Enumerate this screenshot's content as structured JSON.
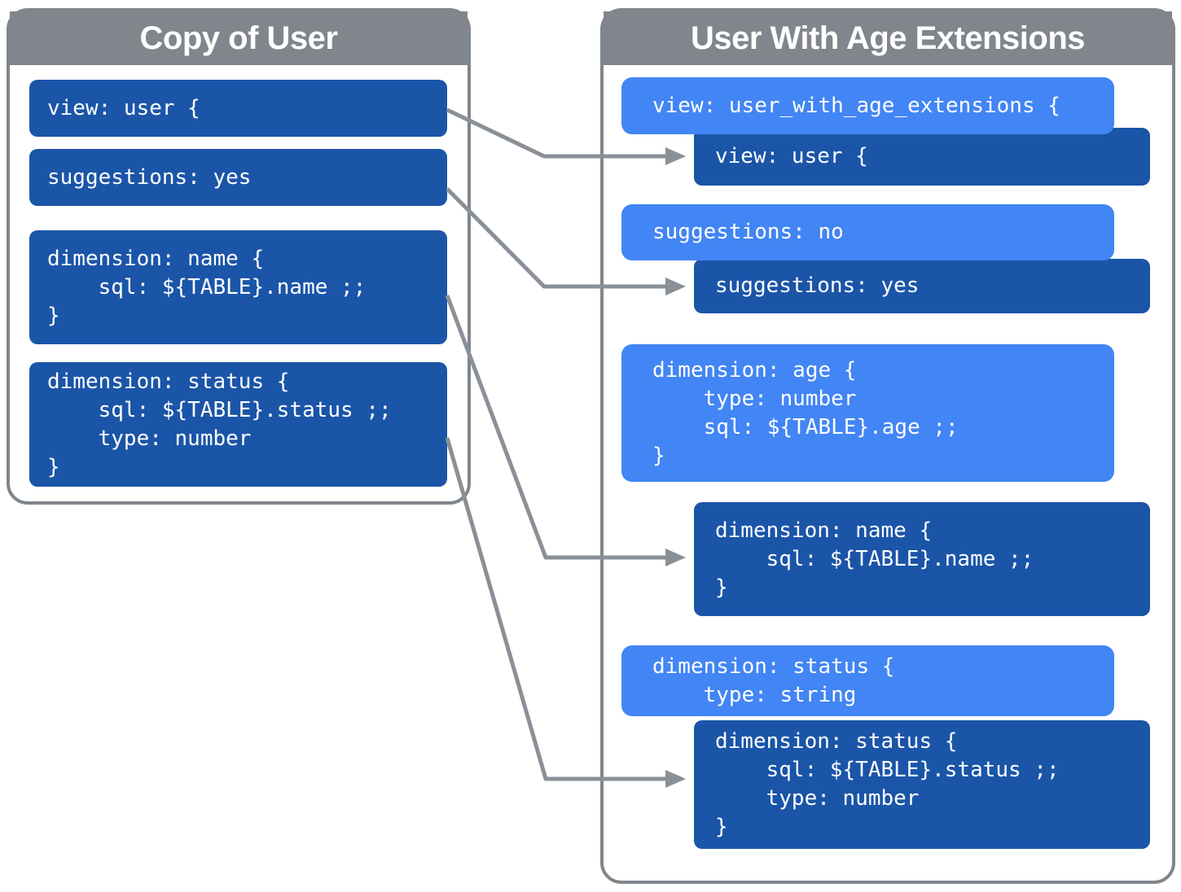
{
  "colors": {
    "dark_block_blue": "#1B55A8",
    "light_block_blue": "#4285F4",
    "panel_gray": "#80868B",
    "arrow_gray": "#8A9097",
    "text_white": "#FFFFFF"
  },
  "left_panel": {
    "title": "Copy of User",
    "blocks": [
      {
        "style": "dark",
        "code": "view: user {"
      },
      {
        "style": "dark",
        "code": "suggestions: yes"
      },
      {
        "style": "dark",
        "code": "dimension: name {\n    sql: ${TABLE}.name ;;\n}"
      },
      {
        "style": "dark",
        "code": "dimension: status {\n    sql: ${TABLE}.status ;;\n    type: number\n}"
      }
    ]
  },
  "right_panel": {
    "title": "User With Age Extensions",
    "blocks": [
      {
        "style": "light",
        "code": "view: user_with_age_extensions {"
      },
      {
        "style": "dark",
        "code": "view: user {"
      },
      {
        "style": "light",
        "code": "suggestions: no"
      },
      {
        "style": "dark",
        "code": "suggestions: yes"
      },
      {
        "style": "light",
        "code": "dimension: age {\n    type: number\n    sql: ${TABLE}.age ;;\n}"
      },
      {
        "style": "dark",
        "code": "dimension: name {\n    sql: ${TABLE}.name ;;\n}"
      },
      {
        "style": "light",
        "code": "dimension: status {\n    type: string"
      },
      {
        "style": "dark",
        "code": "dimension: status {\n    sql: ${TABLE}.status ;;\n    type: number\n}"
      }
    ]
  },
  "connections": [
    {
      "from_left_block": 0,
      "to_right_block": 1
    },
    {
      "from_left_block": 1,
      "to_right_block": 3
    },
    {
      "from_left_block": 2,
      "to_right_block": 5
    },
    {
      "from_left_block": 3,
      "to_right_block": 7
    }
  ]
}
